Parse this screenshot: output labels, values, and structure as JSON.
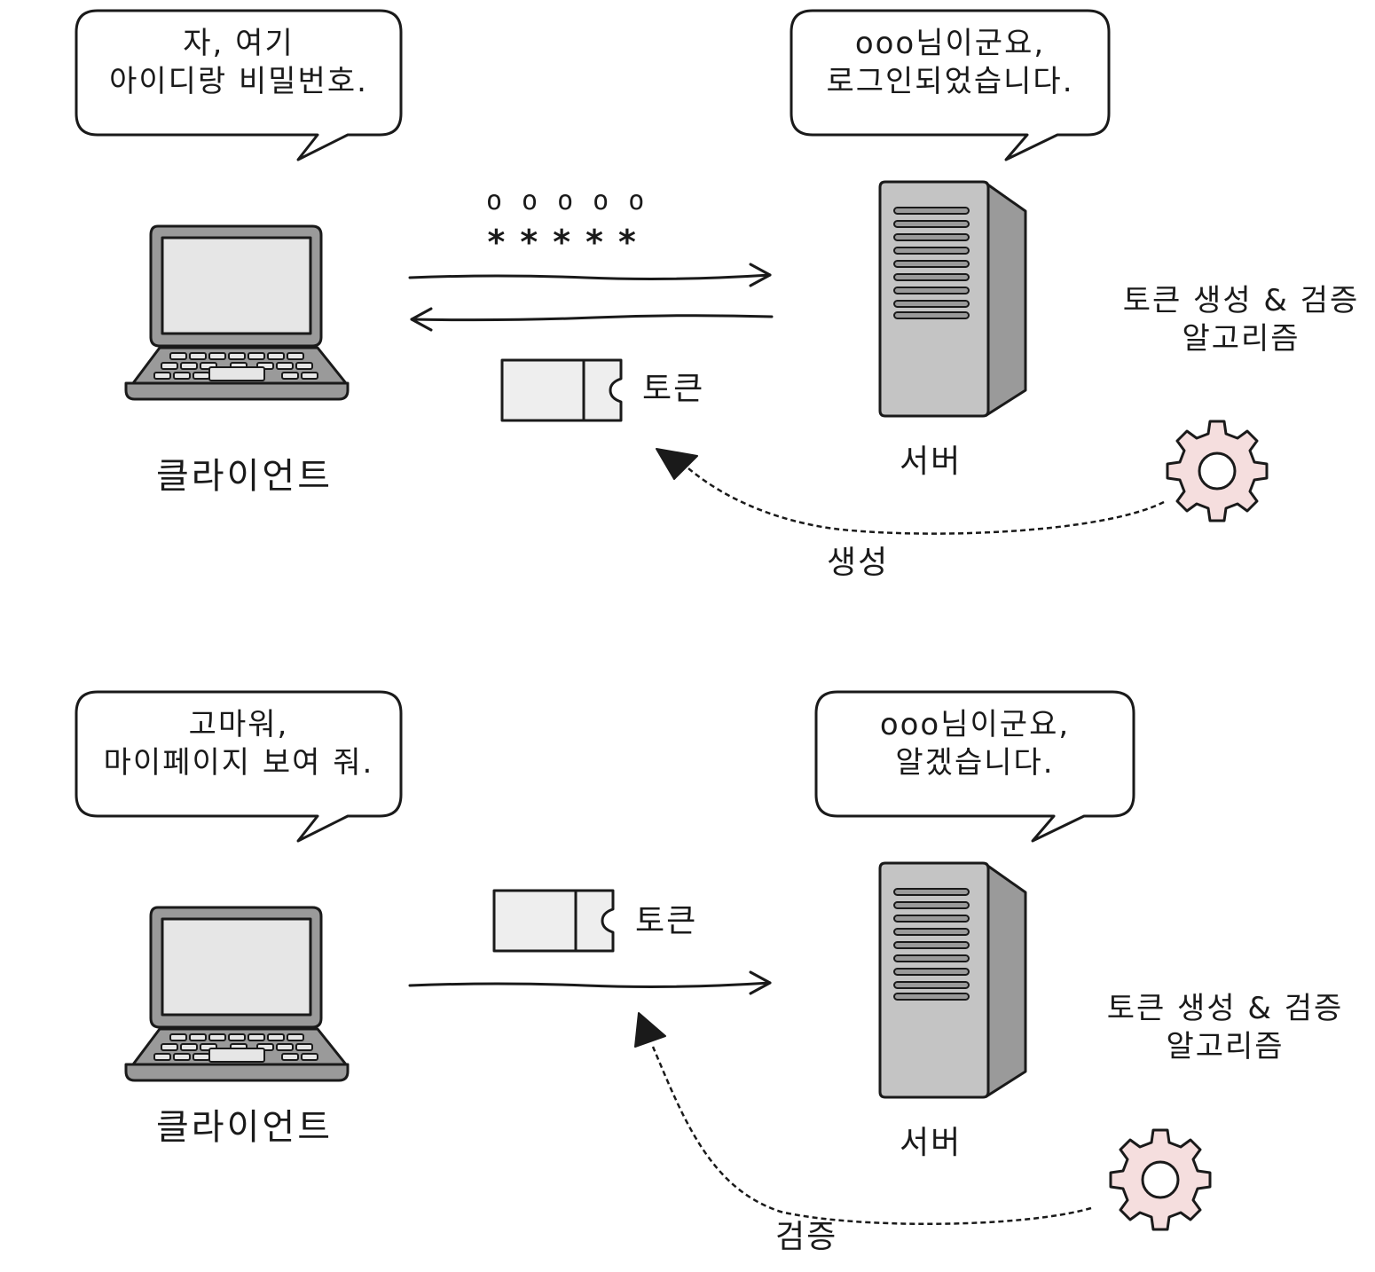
{
  "panels": [
    {
      "id": "login",
      "client_bubble": {
        "line1": "자, 여기",
        "line2": "아이디랑 비밀번호."
      },
      "server_bubble": {
        "line1": "ooo님이군요,",
        "line2": "로그인되었습니다."
      },
      "credentials": {
        "id_dots": "ooooo",
        "password_mask": "*****"
      },
      "token_label": "토큰",
      "client_label": "클라이언트",
      "server_label": "서버",
      "algorithm_label": {
        "line1": "토큰 생성 & 검증",
        "line2": "알고리즘"
      },
      "flow_label": "생성"
    },
    {
      "id": "request",
      "client_bubble": {
        "line1": "고마워,",
        "line2": "마이페이지 보여 줘."
      },
      "server_bubble": {
        "line1": "ooo님이군요,",
        "line2": "알겠습니다."
      },
      "token_label": "토큰",
      "client_label": "클라이언트",
      "server_label": "서버",
      "algorithm_label": {
        "line1": "토큰 생성 & 검증",
        "line2": "알고리즘"
      },
      "flow_label": "검증"
    }
  ],
  "colors": {
    "stroke": "#1a1a1a",
    "device_body": "#9a9a9a",
    "device_light": "#c4c4c4",
    "screen": "#e6e6e6",
    "token_fill": "#eeeeee",
    "gear_fill": "#f5dede"
  }
}
